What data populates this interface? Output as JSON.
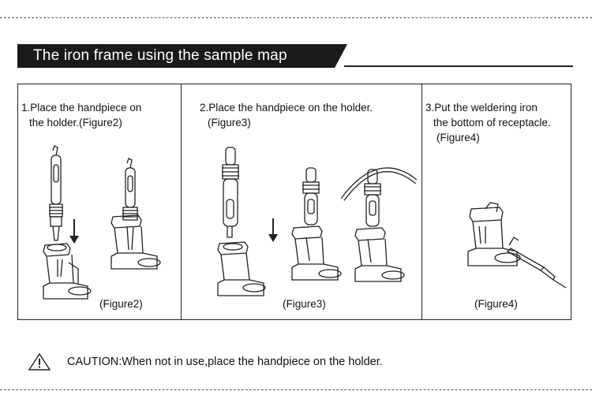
{
  "title": "The iron frame using the sample map",
  "panels": [
    {
      "step_line1": "1.Place the handpiece on",
      "step_line2": "the holder.(Figure2)",
      "caption": "(Figure2)"
    },
    {
      "step_line1": "2.Place the handpiece on the holder.",
      "step_line2": "(Figure3)",
      "caption": "(Figure3)"
    },
    {
      "step_line1": "3.Put the weldering iron",
      "step_line2": "the bottom of receptacle.",
      "step_line3": "(Figure4)",
      "caption": "(Figure4)"
    }
  ],
  "caution": {
    "icon": "warning-triangle-icon",
    "text": "CAUTION:When not in use,place the handpiece on the holder."
  },
  "colors": {
    "title_band": "#1a1a1a",
    "line": "#222222"
  }
}
